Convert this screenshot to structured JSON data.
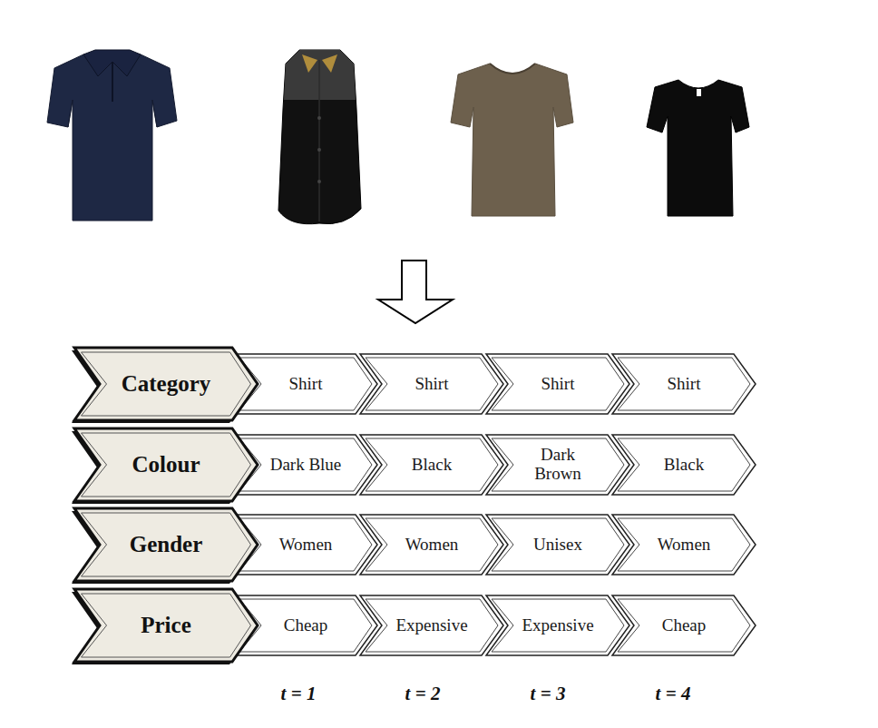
{
  "diagram": {
    "nodes": [
      {
        "text": [
          "Category"
        ]
      },
      {
        "text": [
          "Shirt"
        ]
      },
      {
        "text": [
          "Shirt"
        ]
      },
      {
        "text": [
          "Shirt"
        ]
      },
      {
        "text": [
          "Shirt"
        ]
      },
      {
        "text": [
          "Colour"
        ]
      },
      {
        "text": [
          "Dark Blue"
        ]
      },
      {
        "text": [
          "Black"
        ]
      },
      {
        "text": [
          "Dark Brown"
        ]
      },
      {
        "text": [
          "Black"
        ]
      },
      {
        "text": [
          "Gender"
        ]
      },
      {
        "text": [
          "Women"
        ]
      },
      {
        "text": [
          "Women"
        ]
      },
      {
        "text": [
          "Unisex"
        ]
      },
      {
        "text": [
          "Women"
        ]
      },
      {
        "text": [
          "Price"
        ]
      },
      {
        "text": [
          "Cheap"
        ]
      },
      {
        "text": [
          "Expensive"
        ]
      },
      {
        "text": [
          "Expensive"
        ]
      },
      {
        "text": [
          "Cheap"
        ]
      }
    ],
    "labels": [
      "t = 1",
      "t = 2",
      "t = 3",
      "t = 4"
    ]
  }
}
